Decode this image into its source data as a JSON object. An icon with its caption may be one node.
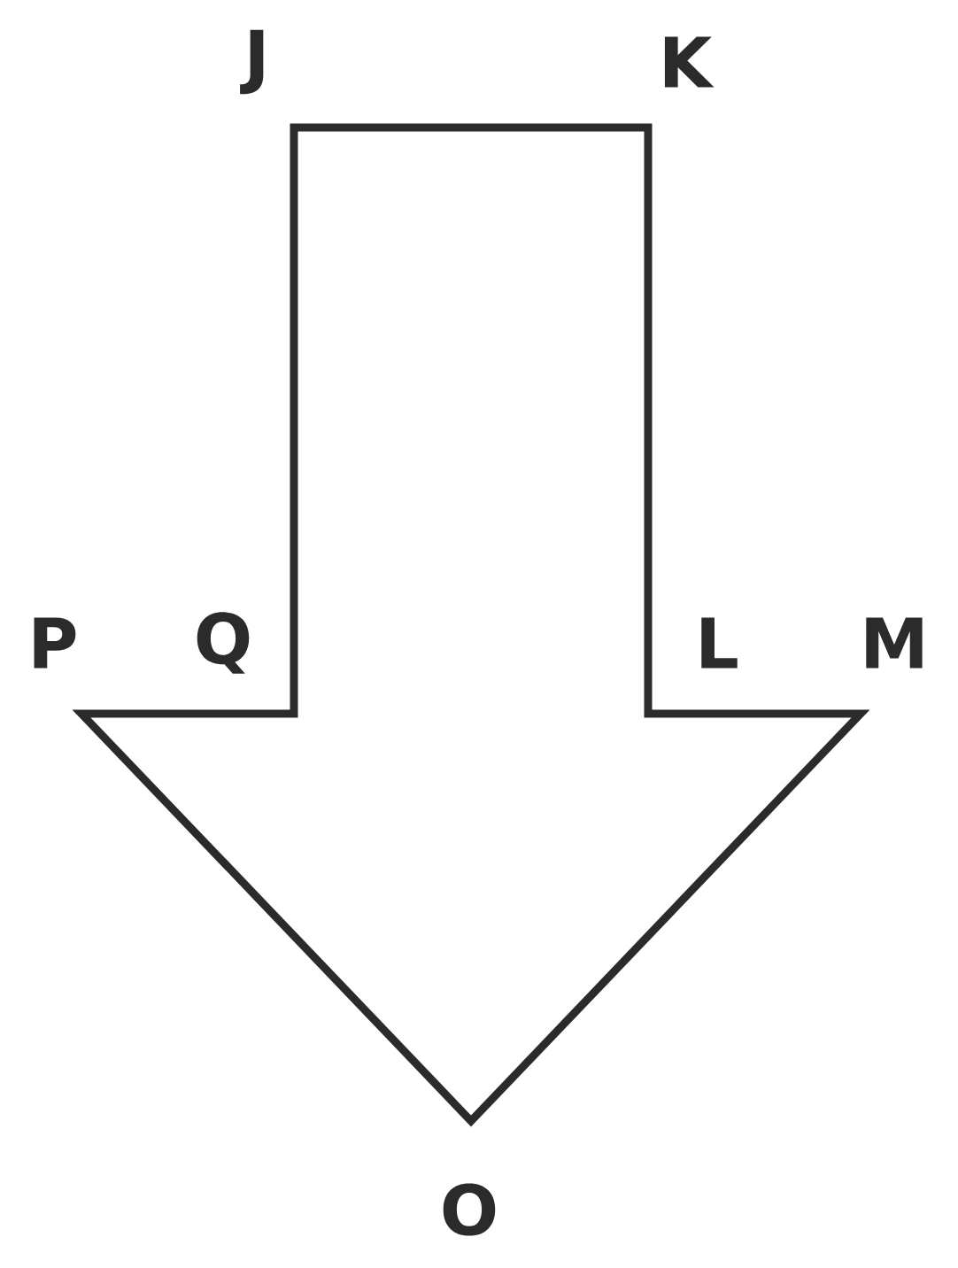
{
  "diagram": {
    "labels": [
      "J",
      "K",
      "P",
      "Q",
      "L",
      "M",
      "O"
    ]
  }
}
